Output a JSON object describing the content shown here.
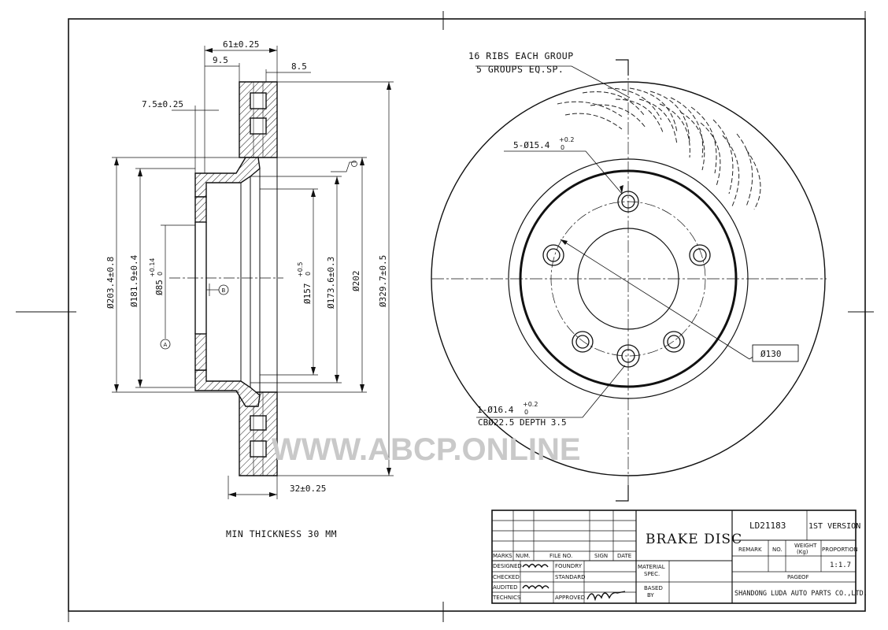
{
  "section_view": {
    "dims_top": [
      "61±0.25",
      "9.5",
      "8.5",
      "7.5±0.25"
    ],
    "dims_diam": [
      "Ø203.4±0.8",
      "Ø181.9±0.4",
      "Ø85",
      "+0.14",
      "0",
      "Ø157",
      "+0.5",
      "0",
      "Ø173.6±0.3",
      "Ø202",
      "Ø329.7±0.5"
    ],
    "dims_bottom": [
      "32±0.25"
    ],
    "datum_a": "A",
    "datum_b": "B",
    "min_thickness": "MIN THICKNESS 30 MM"
  },
  "front_view": {
    "ribs_note_1": "16 RIBS EACH GROUP",
    "ribs_note_2": "5 GROUPS EQ.SP.",
    "holes_label": "5-Ø15.4",
    "holes_tol_upper": "+0.2",
    "holes_tol_lower": "0",
    "pcd_label": "Ø130",
    "hole_label": "1-Ø16.4",
    "hole_tol_upper": "+0.2",
    "hole_tol_lower": "0",
    "counterbore_label": "CBØ22.5 DEPTH 3.5"
  },
  "watermark": "WWW.ABCP.ONLINE",
  "title_block": {
    "product_name": "BRAKE DISC",
    "part_number": "LD21183",
    "version": "1ST VERSION",
    "remark": "REMARK",
    "no": "NO.",
    "weight": "WEIGHT",
    "weight_unit": "(Kg)",
    "proportion": "PROPORTION",
    "scale": "1:1.7",
    "page_label": "PAGE",
    "of_label": "OF",
    "company": "SHANDONG LUDA AUTO PARTS CO.,LTD.",
    "hdr_marks": "MARKS",
    "hdr_num": "NUM.",
    "hdr_file_no": "FILE NO.",
    "hdr_sign": "SIGN",
    "hdr_date": "DATE",
    "row_designed": "DESIGNED",
    "row_checked": "CHECKED",
    "row_audited": "AUDITED",
    "row_technics": "TECHNICS",
    "foundry": "FOUNDRY",
    "standard": "STANDARD",
    "approved": "APPROVED",
    "material": "MATERIAL",
    "spec": "SPEC.",
    "based": "BASED",
    "by": "BY"
  }
}
